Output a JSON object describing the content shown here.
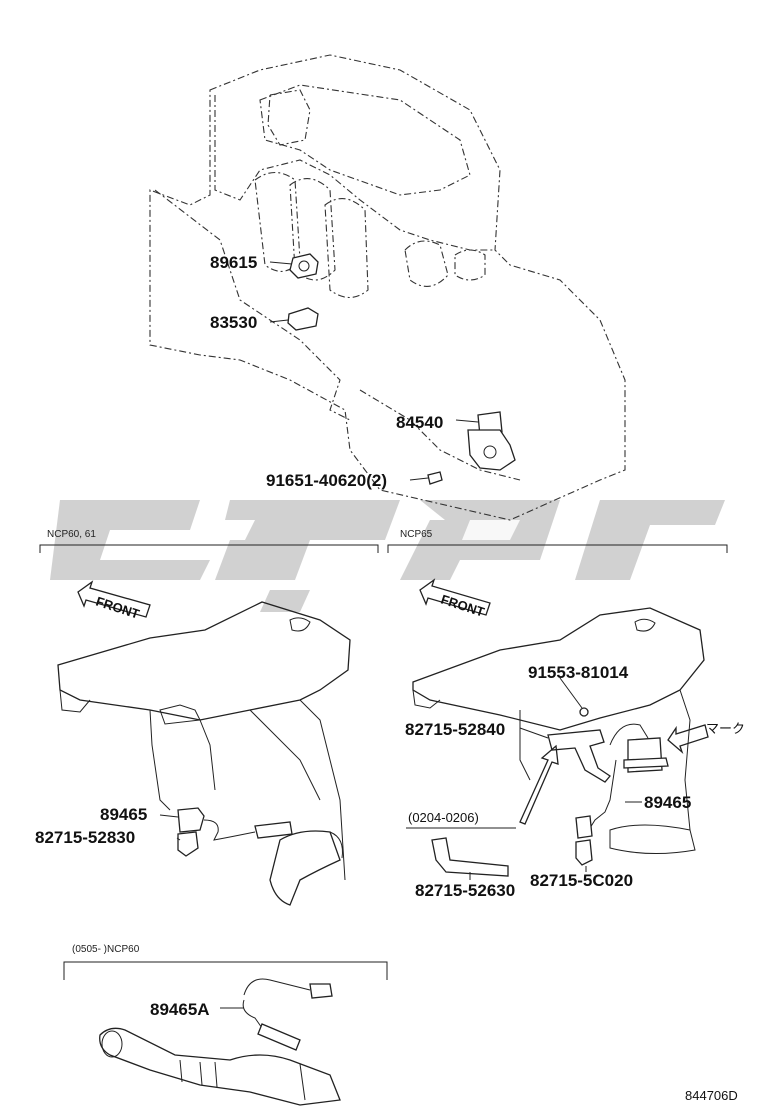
{
  "sections": {
    "top": {
      "labels": [
        "89615",
        "83530",
        "84540",
        "91651-40620(2)"
      ]
    },
    "left": {
      "header": "NCP60, 61",
      "front": "FRONT",
      "labels": [
        "89465",
        "82715-52830"
      ]
    },
    "right": {
      "header": "NCP65",
      "front": "FRONT",
      "labels": [
        "91553-81014",
        "82715-52840",
        "89465",
        "(0204-0206)",
        "82715-52630",
        "82715-5C020"
      ],
      "mark_label": "マーク"
    },
    "bottom": {
      "header": "(0505-     )NCP60",
      "labels": [
        "89465A"
      ]
    }
  },
  "code": "844706D"
}
